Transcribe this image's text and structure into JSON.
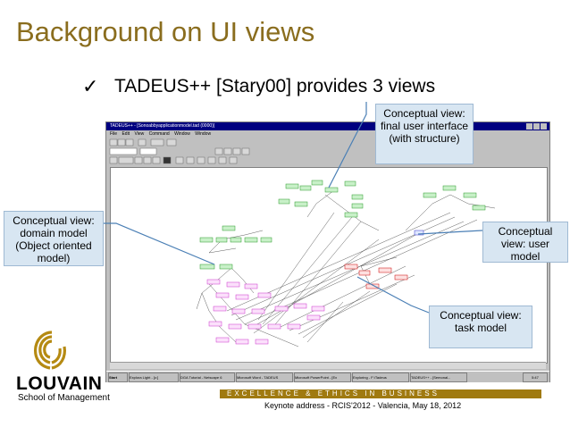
{
  "slide": {
    "title": "Background on UI views",
    "bullet_mark": "✓",
    "bullet_text": "TADEUS++ [Stary00] provides 3 views"
  },
  "screenshot": {
    "window_title": "TADEUS++ - [Sonoabbyapplicationmodel.tad (0000)]",
    "menu": [
      "File",
      "Edit",
      "View",
      "Command",
      "Window",
      "Window"
    ],
    "taskbar": {
      "start": "Start",
      "items": [
        "Explora Light - [c:]",
        "DGA Tutorial - Netscape 6",
        "Microsoft Word - TADEUS",
        "Microsoft PowerPoint - [Ex",
        "Exploring - F:\\Tadeus",
        "TADEUS++ - [Semonal..."
      ],
      "clock": "5:47"
    }
  },
  "callouts": {
    "final_ui": "Conceptual view: final user interface (with structure)",
    "domain": "Conceptual view: domain model (Object oriented model)",
    "user": "Conceptual view: user model",
    "task": "Conceptual view: task model"
  },
  "branding": {
    "logo_word": "LOUVAIN",
    "logo_sub": "School of Management",
    "tagline": "EXCELLENCE & ETHICS IN BUSINESS",
    "footer_note": "Keynote address - RCIS'2012 - Valencia, May 18, 2012",
    "accent": "#a07a10",
    "title_color": "#8a6d1e",
    "callout_bg": "#d8e6f2"
  }
}
